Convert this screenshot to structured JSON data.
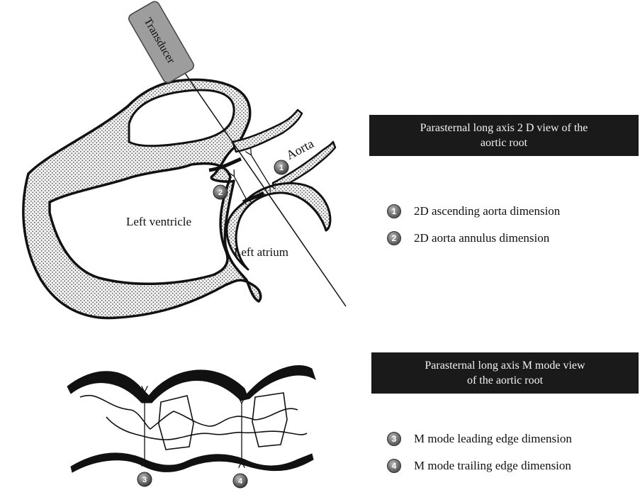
{
  "diagram": {
    "transducer_label": "Transducer",
    "aorta_label": "Aorta",
    "left_ventricle_label": "Left ventricle",
    "left_atrium_label": "Left atrium",
    "marker_1": "1",
    "marker_2": "2",
    "marker_3": "3",
    "marker_4": "4"
  },
  "panel_2d": {
    "title_line1": "Parasternal long axis 2 D view of the",
    "title_line2": "aortic root",
    "legend": [
      {
        "badge": "1",
        "text": "2D ascending aorta dimension"
      },
      {
        "badge": "2",
        "text": "2D aorta annulus dimension"
      }
    ]
  },
  "panel_mmode": {
    "title_line1": "Parasternal long axis M mode view",
    "title_line2": "of the aortic root",
    "legend": [
      {
        "badge": "3",
        "text": "M mode leading edge dimension"
      },
      {
        "badge": "4",
        "text": "M mode trailing edge dimension"
      }
    ]
  }
}
